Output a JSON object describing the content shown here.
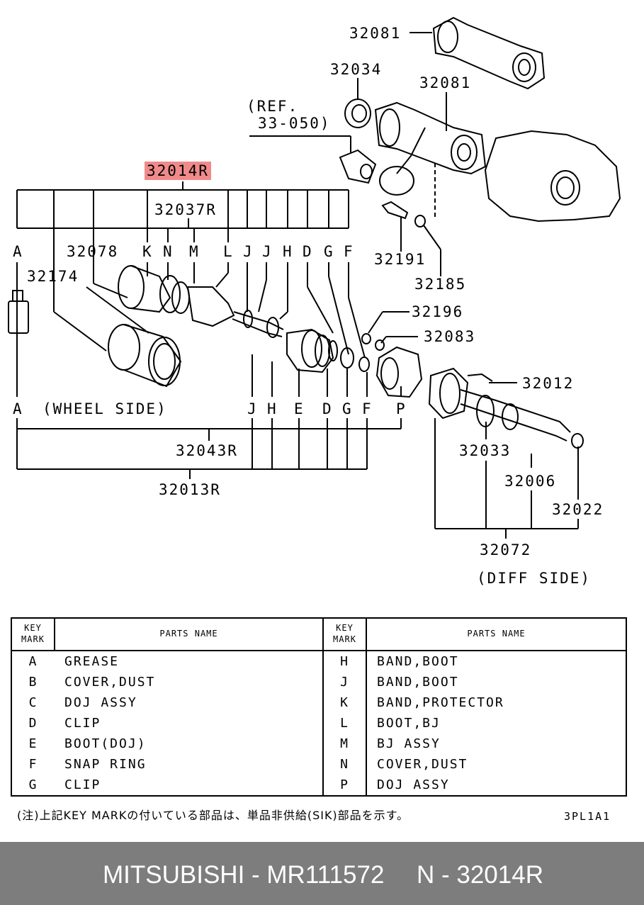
{
  "diagram": {
    "labels": {
      "p32081a": "32081",
      "p32034": "32034",
      "p32081b": "32081",
      "ref1": "(REF.",
      "ref2": "33-050)",
      "p32014R": "32014R",
      "p32037R": "32037R",
      "p32078": "32078",
      "p32174": "32174",
      "p32191": "32191",
      "p32185": "32185",
      "p32196": "32196",
      "p32083": "32083",
      "p32012": "32012",
      "wheel_side": "(WHEEL SIDE)",
      "p32043R": "32043R",
      "p32013R": "32013R",
      "p32033": "32033",
      "p32006": "32006",
      "p32022": "32022",
      "p32072": "32072",
      "diff_side": "(DIFF SIDE)"
    },
    "top_marks": [
      "A",
      "K",
      "N",
      "M",
      "L",
      "J",
      "J",
      "H",
      "D",
      "G",
      "F"
    ],
    "bottom_marks": [
      "A",
      "J",
      "H",
      "E",
      "D",
      "G",
      "F",
      "P"
    ]
  },
  "table": {
    "header": {
      "key_mark_1": "KEY",
      "key_mark_2": "MARK",
      "parts_name": "PARTS NAME"
    },
    "left": [
      {
        "key": "A",
        "name": "GREASE"
      },
      {
        "key": "B",
        "name": "COVER,DUST"
      },
      {
        "key": "C",
        "name": "DOJ ASSY"
      },
      {
        "key": "D",
        "name": "CLIP"
      },
      {
        "key": "E",
        "name": "BOOT(DOJ)"
      },
      {
        "key": "F",
        "name": "SNAP RING"
      },
      {
        "key": "G",
        "name": "CLIP"
      }
    ],
    "right": [
      {
        "key": "H",
        "name": "BAND,BOOT"
      },
      {
        "key": "J",
        "name": "BAND,BOOT"
      },
      {
        "key": "K",
        "name": "BAND,PROTECTOR"
      },
      {
        "key": "L",
        "name": "BOOT,BJ"
      },
      {
        "key": "M",
        "name": "BJ ASSY"
      },
      {
        "key": "N",
        "name": "COVER,DUST"
      },
      {
        "key": "P",
        "name": "DOJ ASSY"
      }
    ]
  },
  "note": "(注)上記KEY MARKの付いている部品は、単品非供給(SIK)部品を示す。",
  "diagram_code": "3PL1A1",
  "footer": {
    "brand_part": "MITSUBISHI - MR111572",
    "ref": "N - 32014R"
  },
  "colors": {
    "highlight": "#f08a8a",
    "footer_bg": "#7d7d7d"
  }
}
